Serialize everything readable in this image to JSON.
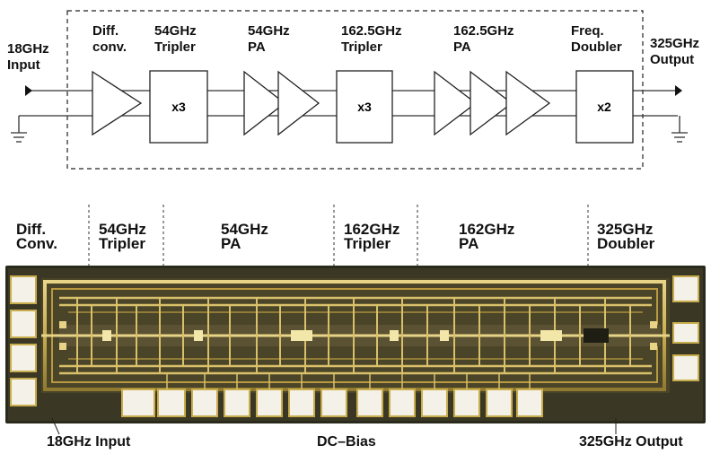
{
  "block_diagram": {
    "input": {
      "line1": "18GHz",
      "line2": "Input"
    },
    "output": {
      "line1": "325GHz",
      "line2": "Output"
    },
    "stages": [
      {
        "line1": "Diff.",
        "line2": "conv."
      },
      {
        "line1": "54GHz",
        "line2": "Tripler",
        "box": "x3"
      },
      {
        "line1": "54GHz",
        "line2": "PA"
      },
      {
        "line1": "162.5GHz",
        "line2": "Tripler",
        "box": "x3"
      },
      {
        "line1": "162.5GHz",
        "line2": "PA"
      },
      {
        "line1": "Freq.",
        "line2": "Doubler",
        "box": "x2"
      }
    ]
  },
  "die_photo": {
    "sections": [
      {
        "line1": "Diff.",
        "line2": "Conv."
      },
      {
        "line1": "54GHz",
        "line2": "Tripler"
      },
      {
        "line1": "54GHz",
        "line2": "PA"
      },
      {
        "line1": "162GHz",
        "line2": "Tripler"
      },
      {
        "line1": "162GHz",
        "line2": "PA"
      },
      {
        "line1": "325GHz",
        "line2": "Doubler"
      }
    ],
    "captions": {
      "input": "18GHz Input",
      "bias": "DC–Bias",
      "output": "325GHz Output"
    }
  },
  "colors": {
    "die_bg": "#2a2a1c",
    "metal": "#c8ad4e",
    "metal_light": "#e8d487",
    "pad": "#f4f1e8"
  }
}
